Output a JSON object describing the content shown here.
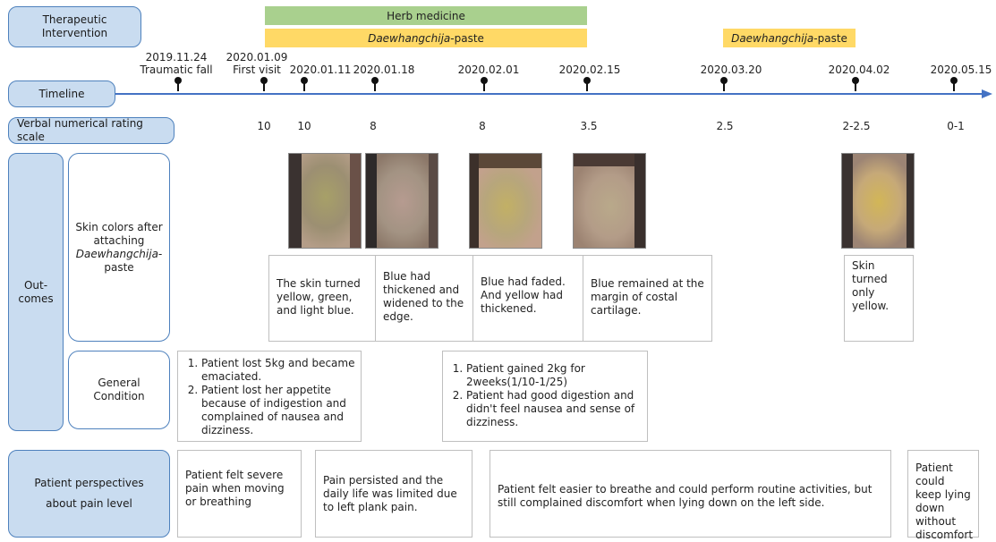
{
  "labels": {
    "therapeutic": "Therapeutic Intervention",
    "timeline": "Timeline",
    "vnrs": "Verbal numerical rating scale",
    "outcomes": "Out-comes",
    "skin_colors": "Skin colors after attaching",
    "skin_colors_italic": "Daewhangchija-",
    "skin_colors_tail": "paste",
    "general_condition": "General Condition",
    "perspectives_line1": "Patient perspectives",
    "perspectives_line2": "about pain level"
  },
  "interventions": {
    "herb": "Herb medicine",
    "paste1_italic": "Daewhangchija",
    "paste1_tail": "-paste",
    "paste2_italic": "Daewhangchija",
    "paste2_tail": "-paste"
  },
  "timeline": [
    {
      "date": "2019.11.24",
      "event": "Traumatic fall"
    },
    {
      "date": "2020.01.09",
      "event": "First visit"
    },
    {
      "date": "2020.01.11",
      "event": ""
    },
    {
      "date": "2020.01.18",
      "event": ""
    },
    {
      "date": "2020.02.01",
      "event": ""
    },
    {
      "date": "2020.02.15",
      "event": ""
    },
    {
      "date": "2020.03.20",
      "event": ""
    },
    {
      "date": "2020.04.02",
      "event": ""
    },
    {
      "date": "2020.05.15",
      "event": ""
    }
  ],
  "vnrs_scores": [
    "10",
    "10",
    "8",
    "8",
    "3.5",
    "2.5",
    "2-2.5",
    "0-1"
  ],
  "skin_notes": [
    "The skin turned yellow, green, and light blue.",
    "Blue had thickened and widened to the edge.",
    "Blue had faded. And yellow had thickened.",
    "Blue remained at the margin of costal cartilage.",
    "Skin turned only yellow."
  ],
  "general_condition": {
    "group1": [
      "Patient lost 5kg and became emaciated.",
      "Patient lost her appetite because of indigestion and complained of nausea and dizziness."
    ],
    "group2": [
      "Patient gained 2kg for 2weeks(1/10-1/25)",
      "Patient had good digestion and didn't feel nausea and sense of dizziness."
    ]
  },
  "perspectives": [
    "Patient felt severe pain when moving or breathing",
    "Pain persisted and the daily life was limited due to left plank pain.",
    "Patient felt easier to breathe and could perform routine activities, but still complained discomfort when lying down on the left side.",
    "Patient could keep lying down without discomfort"
  ],
  "colors": {
    "label_fill": "#c9dcf0",
    "label_border": "#4e81bd",
    "herb_bar": "#a9d08e",
    "paste_bar": "#ffd966",
    "timeline_arrow": "#4472c4"
  }
}
